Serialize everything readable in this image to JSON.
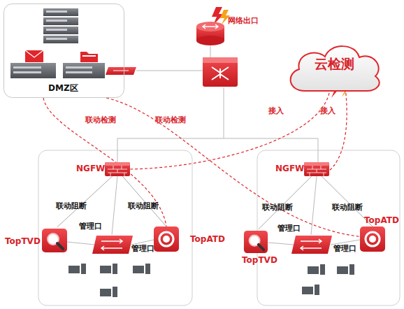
{
  "diagram": {
    "nodes": [
      {
        "text": [
          "DMZ区"
        ]
      },
      {
        "text": [
          "网络出口"
        ]
      },
      {
        "text": [
          "云检测"
        ]
      },
      {
        "text": [
          "NGFW"
        ]
      },
      {
        "text": [
          "NGFW"
        ]
      },
      {
        "text": [
          "TopTVD"
        ]
      },
      {
        "text": [
          "TopATD"
        ]
      },
      {
        "text": [
          "TopTVD"
        ]
      },
      {
        "text": [
          "TopATD"
        ]
      }
    ],
    "edges": [
      {
        "from": 0,
        "to": 6,
        "label": "联动检测",
        "arrow": "none"
      },
      {
        "from": 0,
        "to": 8,
        "label": "联动检测",
        "arrow": "none"
      },
      {
        "from": 2,
        "to": 3,
        "label": "接入",
        "arrow": "none"
      },
      {
        "from": 2,
        "to": 4,
        "label": "接入",
        "arrow": "none"
      },
      {
        "from": 3,
        "to": 5,
        "label": "联动阻断",
        "arrow": "none"
      },
      {
        "from": 3,
        "to": 6,
        "label": "联动阻断",
        "arrow": "none"
      },
      {
        "from": 4,
        "to": 7,
        "label": "联动阻断",
        "arrow": "none"
      },
      {
        "from": 4,
        "to": 8,
        "label": "联动阻断",
        "arrow": "none"
      }
    ],
    "labels": [
      "管理口",
      "管理口",
      "管理口",
      "管理口"
    ]
  }
}
